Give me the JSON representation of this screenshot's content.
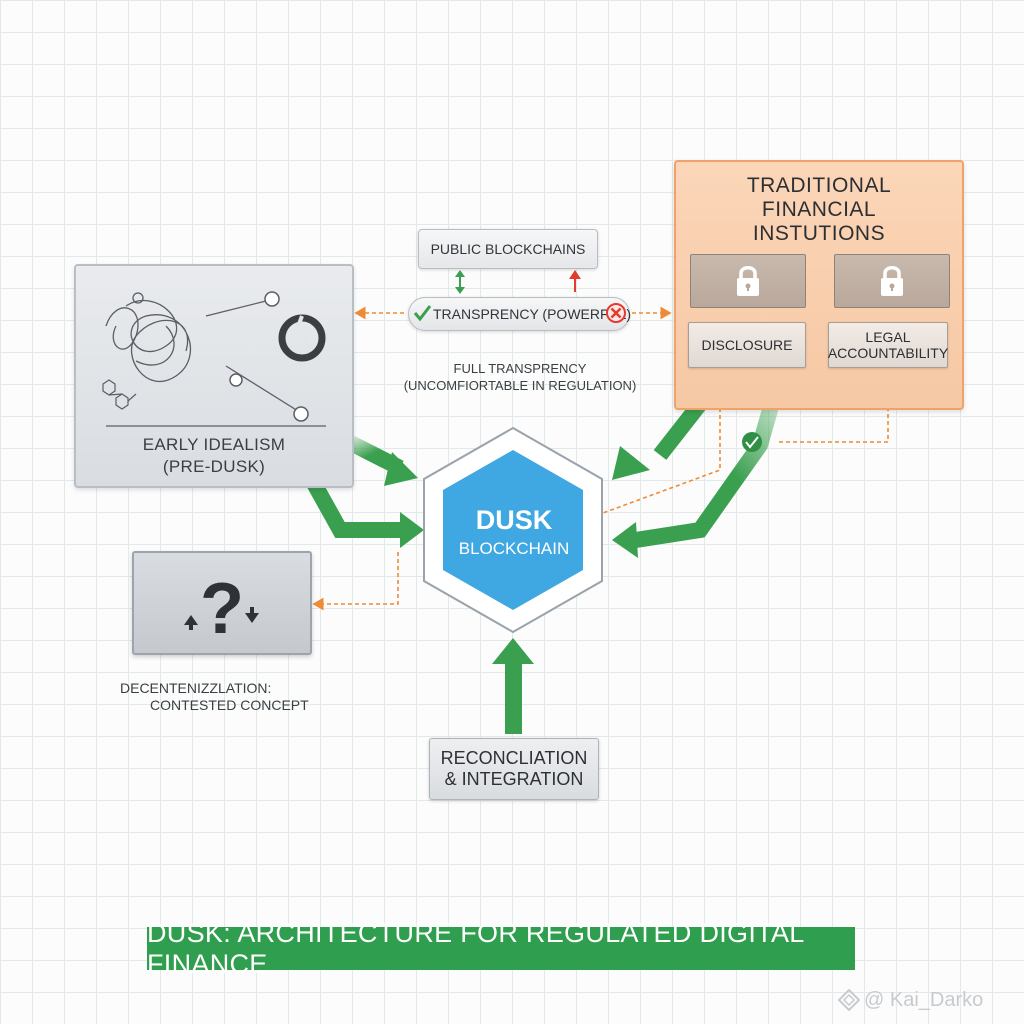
{
  "early_idealism": {
    "line1": "EARLY IDEALISM",
    "line2": "(PRE-DUSK)"
  },
  "decentralization": {
    "line1": "DECENTENIZZLATION:",
    "line2": "CONTESTED CONCEPT"
  },
  "public_blockchains": {
    "label": "PUBLIC BLOCKCHAINS"
  },
  "transparency": {
    "label": "TRANSPRENCY (POWERFUL)"
  },
  "full_transparency": {
    "line1": "FULL TRANSPRENCY",
    "line2": "(UNCOMFIORTABLE IN REGULATION)"
  },
  "traditional": {
    "title_line1": "TRADITIONAL",
    "title_line2": "FINANCIAL",
    "title_line3": "INSTUTIONS",
    "disclosure": "DISCLOSURE",
    "legal_line1": "LEGAL",
    "legal_line2": "ACCOUNTABILITY"
  },
  "dusk": {
    "title": "DUSK",
    "subtitle": "BLOCKCHAIN"
  },
  "reconciliation": {
    "line1": "RECONCLIATION",
    "line2": "& INTEGRATION"
  },
  "banner": {
    "text": "DUSK: ARCHITECTURE FOR REGULATED DIGITAL FINANCE"
  },
  "watermark": {
    "text": "@ Kai_Darko"
  },
  "icons": {
    "check": "check-icon",
    "cross": "x-circle-icon",
    "lock": "lock-icon",
    "question": "question-mark-icon",
    "broken_circle": "broken-circle-icon"
  },
  "colors": {
    "arrow_green": "#3a9f4f",
    "connector_orange": "#ef8a35",
    "hexagon_blue": "#3fa7e1",
    "banner_green": "#2f9e4e",
    "institution_panel": "#f8ceae"
  }
}
